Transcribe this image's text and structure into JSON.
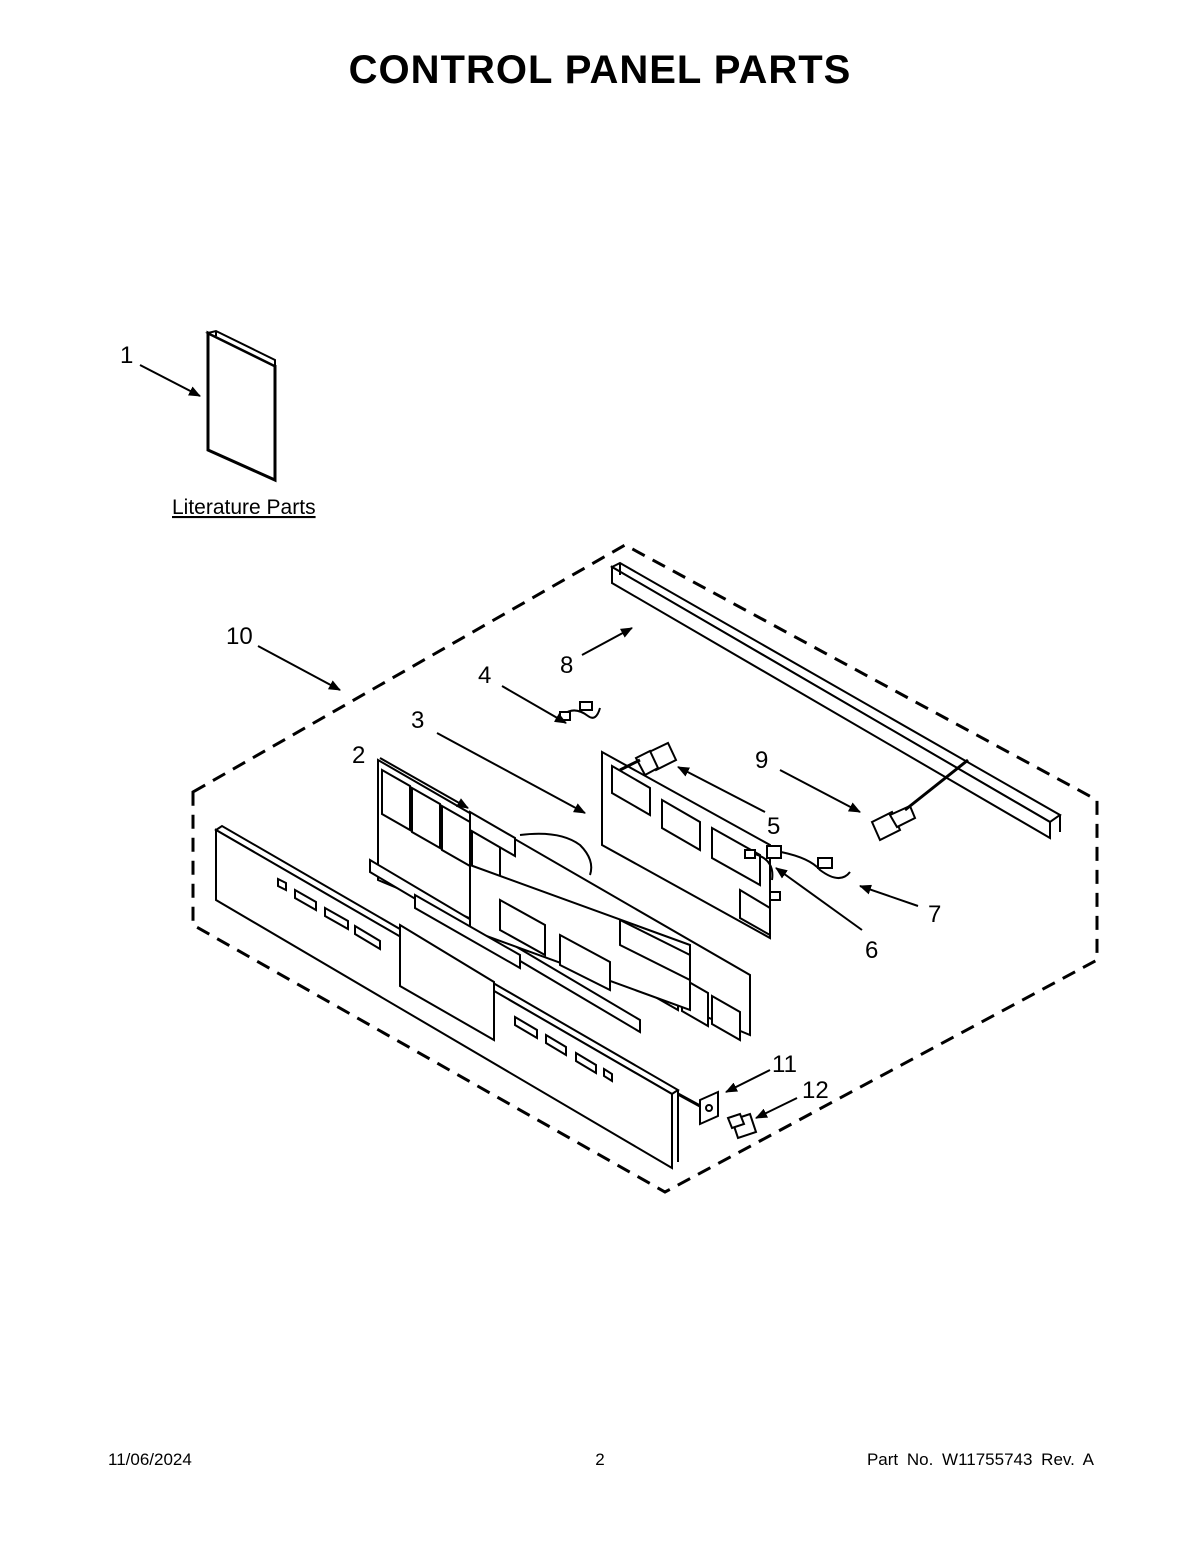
{
  "title": "CONTROL PANEL PARTS",
  "literature_label": "Literature Parts",
  "callouts": {
    "c1": "1",
    "c2": "2",
    "c3": "3",
    "c4": "4",
    "c5": "5",
    "c6": "6",
    "c7": "7",
    "c8": "8",
    "c9": "9",
    "c10": "10",
    "c11": "11",
    "c12": "12"
  },
  "footer": {
    "date": "11/06/2024",
    "page": "2",
    "part_no": "Part No.  W11755743  Rev.  A"
  }
}
